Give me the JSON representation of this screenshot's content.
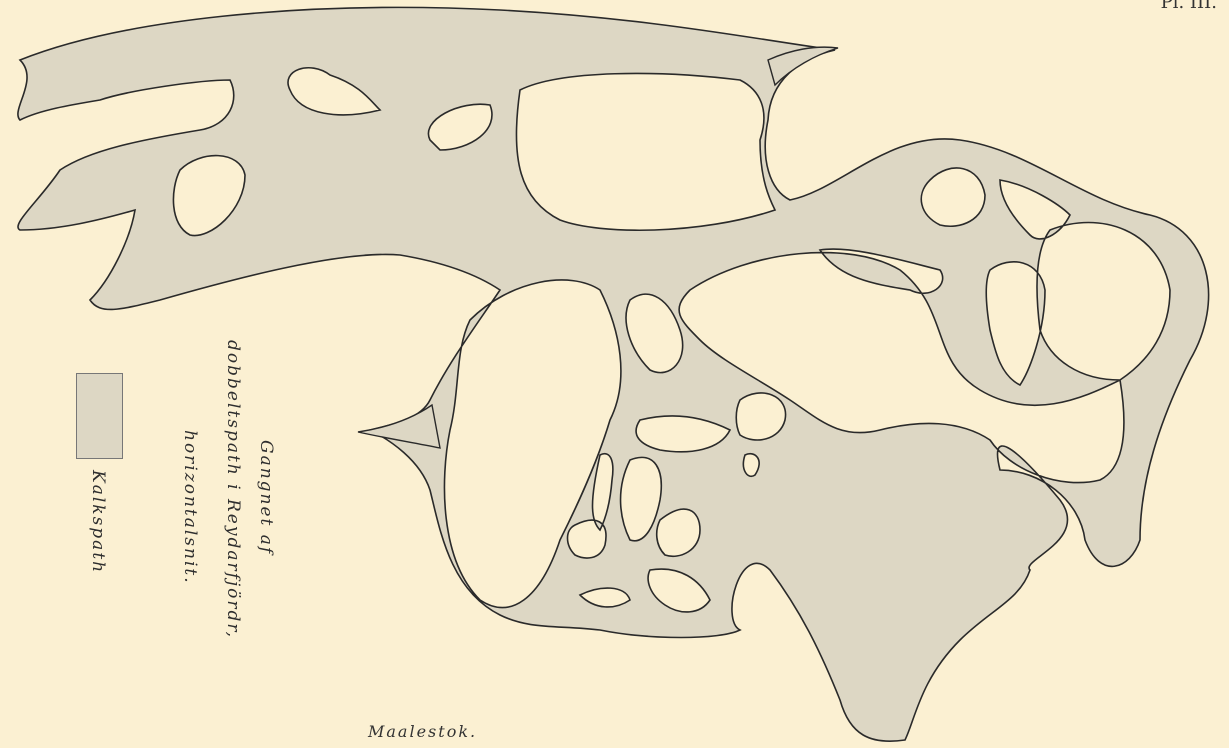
{
  "plate_number": "Pl. III.",
  "title_lines": [
    "Gangnet af",
    "dobbeltspath i Reydarfjördr,",
    "horizontalsnit."
  ],
  "legend": {
    "label": "Kalkspath",
    "color": "#ddd7c4"
  },
  "scale_label": "Maalestok.",
  "colors": {
    "paper": "#fbf0d2",
    "calcite_fill": "#ddd7c4",
    "outline": "#2a2a2a"
  }
}
